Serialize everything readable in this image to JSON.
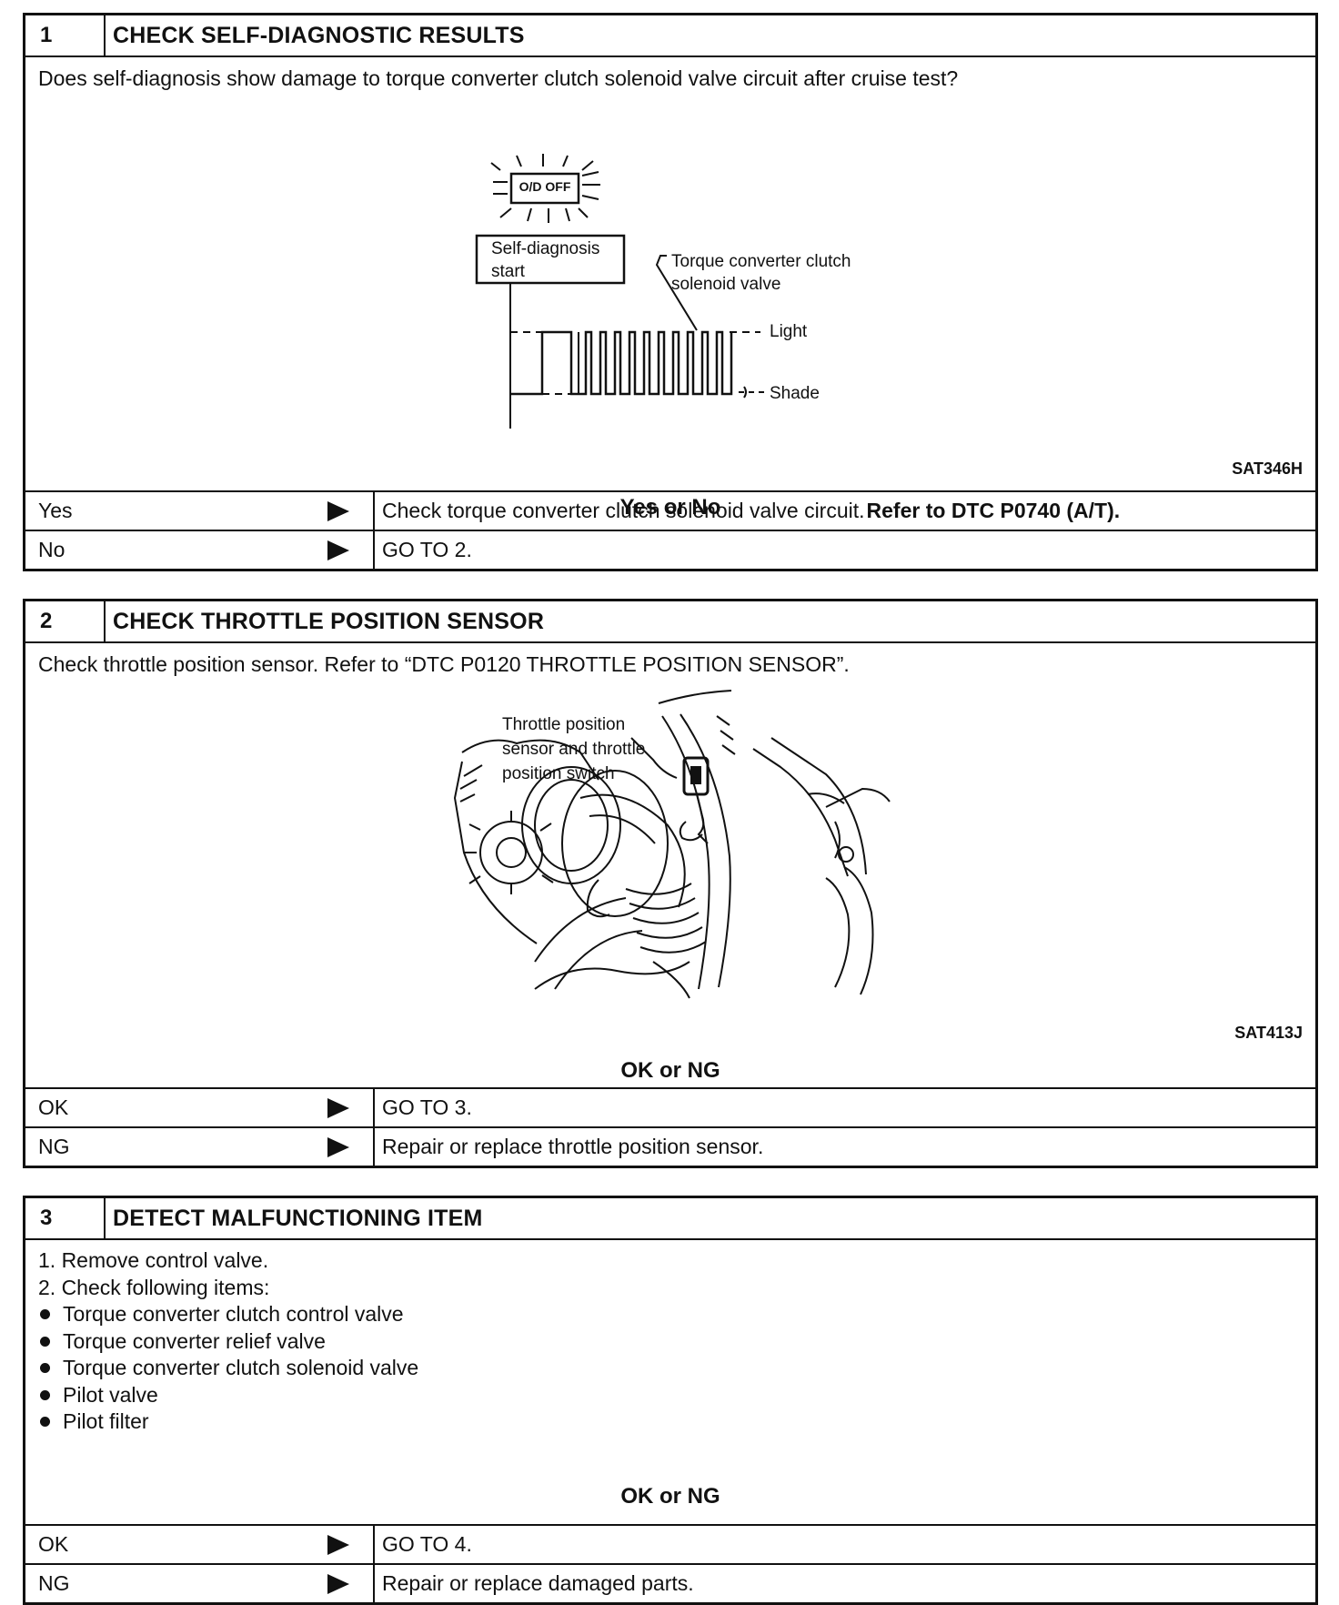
{
  "step1": {
    "number": "1",
    "title": "CHECK SELF-DIAGNOSTIC RESULTS",
    "question": "Does self-diagnosis show damage to torque converter clutch solenoid valve circuit after cruise test?",
    "figure": {
      "indicator_label": "O/D OFF",
      "start_label_line1": "Self-diagnosis",
      "start_label_line2": "start",
      "valve_label_line1": "Torque converter clutch",
      "valve_label_line2": "solenoid valve",
      "light_label": "Light",
      "shade_label": "Shade",
      "code": "SAT346H"
    },
    "prompt": "Yes or No",
    "rows": [
      {
        "label": "Yes",
        "action": "Check torque converter clutch solenoid valve circuit.",
        "action_bold": "Refer to DTC P0740 (A/T)."
      },
      {
        "label": "No",
        "action": "GO TO 2.",
        "action_bold": ""
      }
    ]
  },
  "step2": {
    "number": "2",
    "title": "CHECK THROTTLE POSITION SENSOR",
    "question": "Check throttle position sensor. Refer to “DTC P0120 THROTTLE POSITION SENSOR”.",
    "figure": {
      "label_line1": "Throttle  position",
      "label_line2": "sensor  and  throttle",
      "label_line3": "position  switch",
      "code": "SAT413J"
    },
    "prompt": "OK or NG",
    "rows": [
      {
        "label": "OK",
        "action": "GO TO 3."
      },
      {
        "label": "NG",
        "action": "Repair or replace throttle position sensor."
      }
    ]
  },
  "step3": {
    "number": "3",
    "title": "DETECT MALFUNCTIONING ITEM",
    "steps": [
      "1.  Remove control valve.",
      "2.  Check following items:"
    ],
    "items": [
      "Torque converter clutch control valve",
      "Torque converter relief valve",
      "Torque converter clutch solenoid valve",
      "Pilot valve",
      "Pilot filter"
    ],
    "prompt": "OK or NG",
    "rows": [
      {
        "label": "OK",
        "action": "GO TO 4."
      },
      {
        "label": "NG",
        "action": "Repair or replace damaged parts."
      }
    ]
  }
}
